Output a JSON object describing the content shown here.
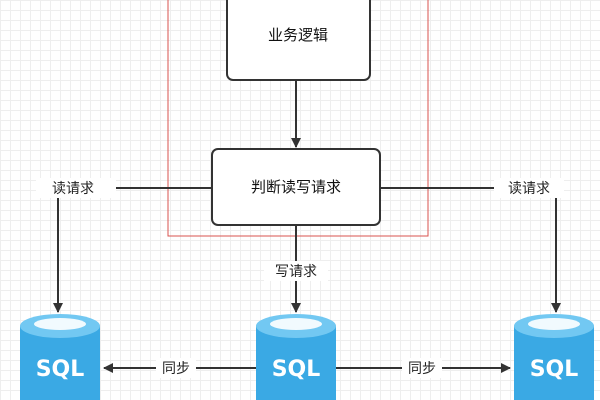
{
  "nodes": {
    "business_logic": "业务逻辑",
    "judge_rw": "判断读写请求"
  },
  "edges": {
    "read_left": "读请求",
    "read_right": "读请求",
    "write": "写请求",
    "sync_left": "同步",
    "sync_right": "同步"
  },
  "databases": [
    {
      "label": "SQL"
    },
    {
      "label": "SQL"
    },
    {
      "label": "SQL"
    }
  ],
  "colors": {
    "db_fill": "#3aa9e4",
    "db_top": "#72c8f2",
    "container_border": "#d9534f",
    "line": "#333333"
  }
}
